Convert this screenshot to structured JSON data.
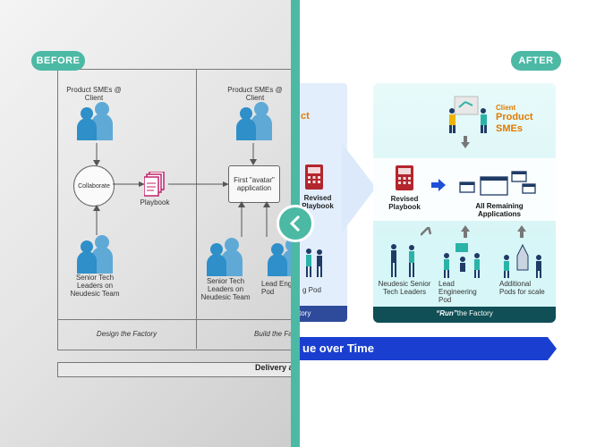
{
  "badges": {
    "before": "BEFORE",
    "after": "AFTER"
  },
  "before": {
    "col1": {
      "top_label": "Product SMEs @ Client",
      "collaborate": "Collaborate",
      "playbook": "Playbook",
      "bottom_label": "Senior Tech Leaders on Neudesic Team",
      "footer": "Design the Factory"
    },
    "col2": {
      "top_label": "Product SMEs @ Client",
      "avatar_app": "First \"avatar\" application",
      "left_label": "Senior Tech Leaders on Neudesic Team",
      "right_label": "Lead Engine Pod",
      "footer": "Build the Fac"
    },
    "delivery": "Delivery a"
  },
  "after": {
    "client_small": "Client",
    "client_big": "Product SMEs",
    "partial_left_top": "ct",
    "playbook_left": "Revised Playbook",
    "playbook_main": "Revised Playbook",
    "all_apps": "All Remaining Applications",
    "partial_pod": "g Pod",
    "partial_footer": "tory",
    "people": [
      {
        "label": "Neudesic Senior Tech Leaders"
      },
      {
        "label": "Lead Engineering Pod"
      },
      {
        "label": "Additional Pods for scale"
      }
    ],
    "run_bold": "“Run”",
    "run_rest": "the Factory",
    "value_banner": "ue over Time"
  },
  "colors": {
    "teal": "#4cb9a5",
    "navy": "#2a4a9a",
    "dark_teal": "#0f4f55",
    "banner_blue": "#1a3fd0",
    "person_blue": "#2e8fc9"
  }
}
